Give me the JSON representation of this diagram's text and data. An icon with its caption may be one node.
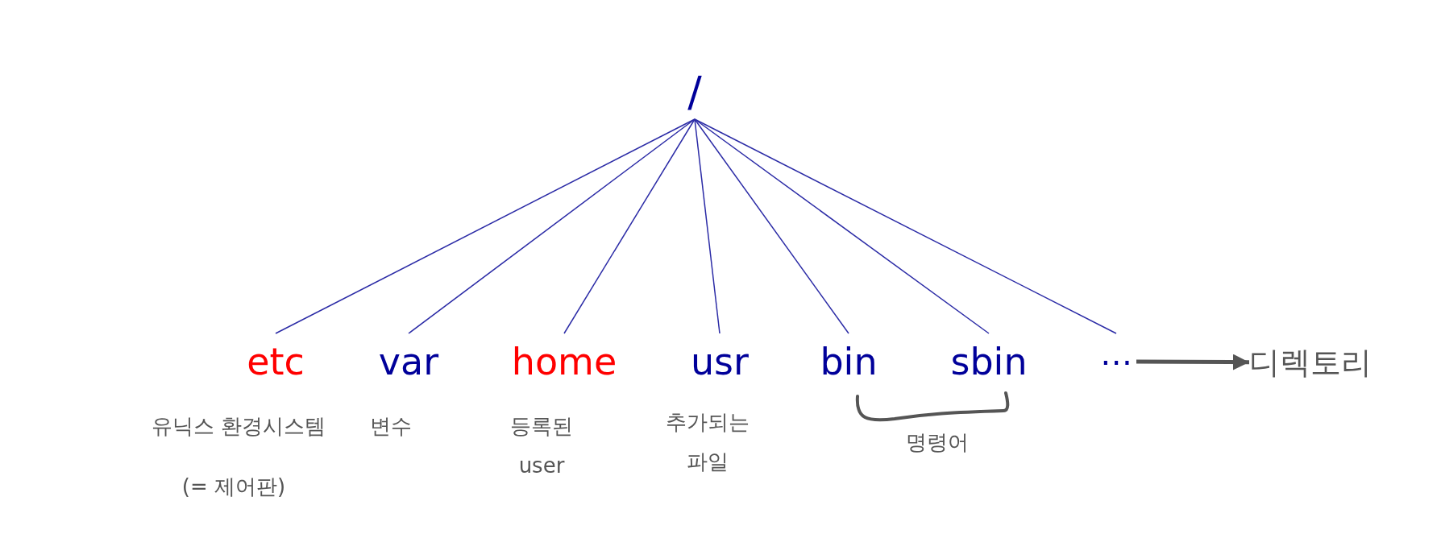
{
  "diagram": {
    "nodes": [
      {
        "text": [
          "/"
        ]
      },
      {
        "text": [
          "etc"
        ],
        "beside": [
          "유닉스 환경시스템",
          "(= 제어판)"
        ]
      },
      {
        "text": [
          "var"
        ],
        "beside": [
          "변수"
        ]
      },
      {
        "text": [
          "home"
        ],
        "beside": [
          "등록된 user"
        ]
      },
      {
        "text": [
          "usr"
        ],
        "beside": [
          "추가되는 파일"
        ]
      },
      {
        "text": [
          "bin"
        ]
      },
      {
        "text": [
          "sbin"
        ]
      },
      {
        "text": [
          "⋯"
        ]
      },
      {
        "text": [
          "디렉토리"
        ]
      }
    ],
    "edges": [
      {
        "from": 0,
        "to": 1,
        "arrow": "none"
      },
      {
        "from": 0,
        "to": 2,
        "arrow": "none"
      },
      {
        "from": 0,
        "to": 3,
        "arrow": "none"
      },
      {
        "from": 0,
        "to": 4,
        "arrow": "none"
      },
      {
        "from": 0,
        "to": 5,
        "arrow": "none"
      },
      {
        "from": 0,
        "to": 6,
        "arrow": "none"
      },
      {
        "from": 0,
        "to": 7,
        "arrow": "none"
      },
      {
        "from": 7,
        "to": 8,
        "arrow": "to",
        "style": "thick",
        "color": "#555555"
      }
    ],
    "labels": [
      "명령어"
    ]
  }
}
